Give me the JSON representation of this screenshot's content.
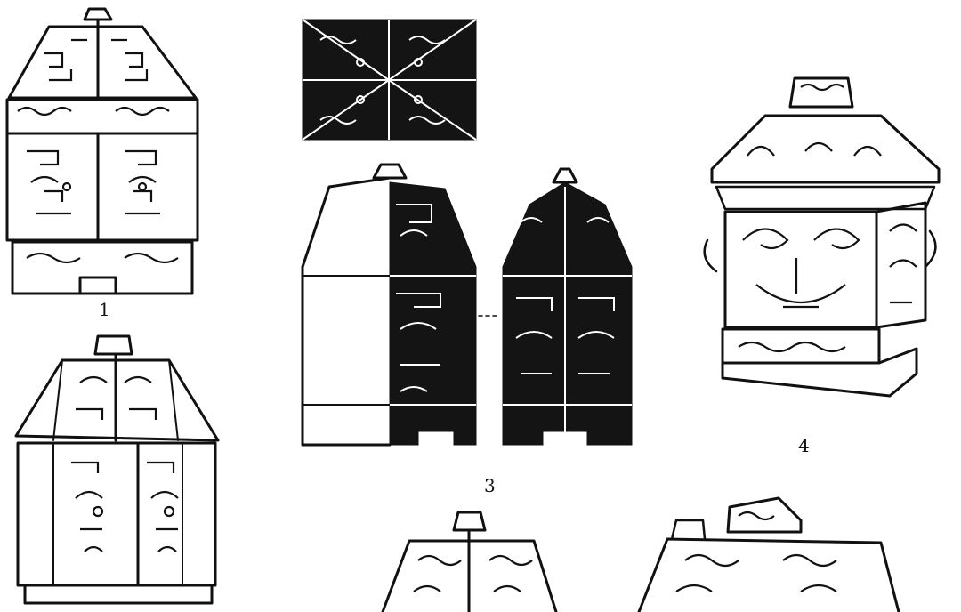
{
  "figure": {
    "labels": {
      "item1": "1",
      "item3": "3",
      "item4": "4"
    }
  }
}
